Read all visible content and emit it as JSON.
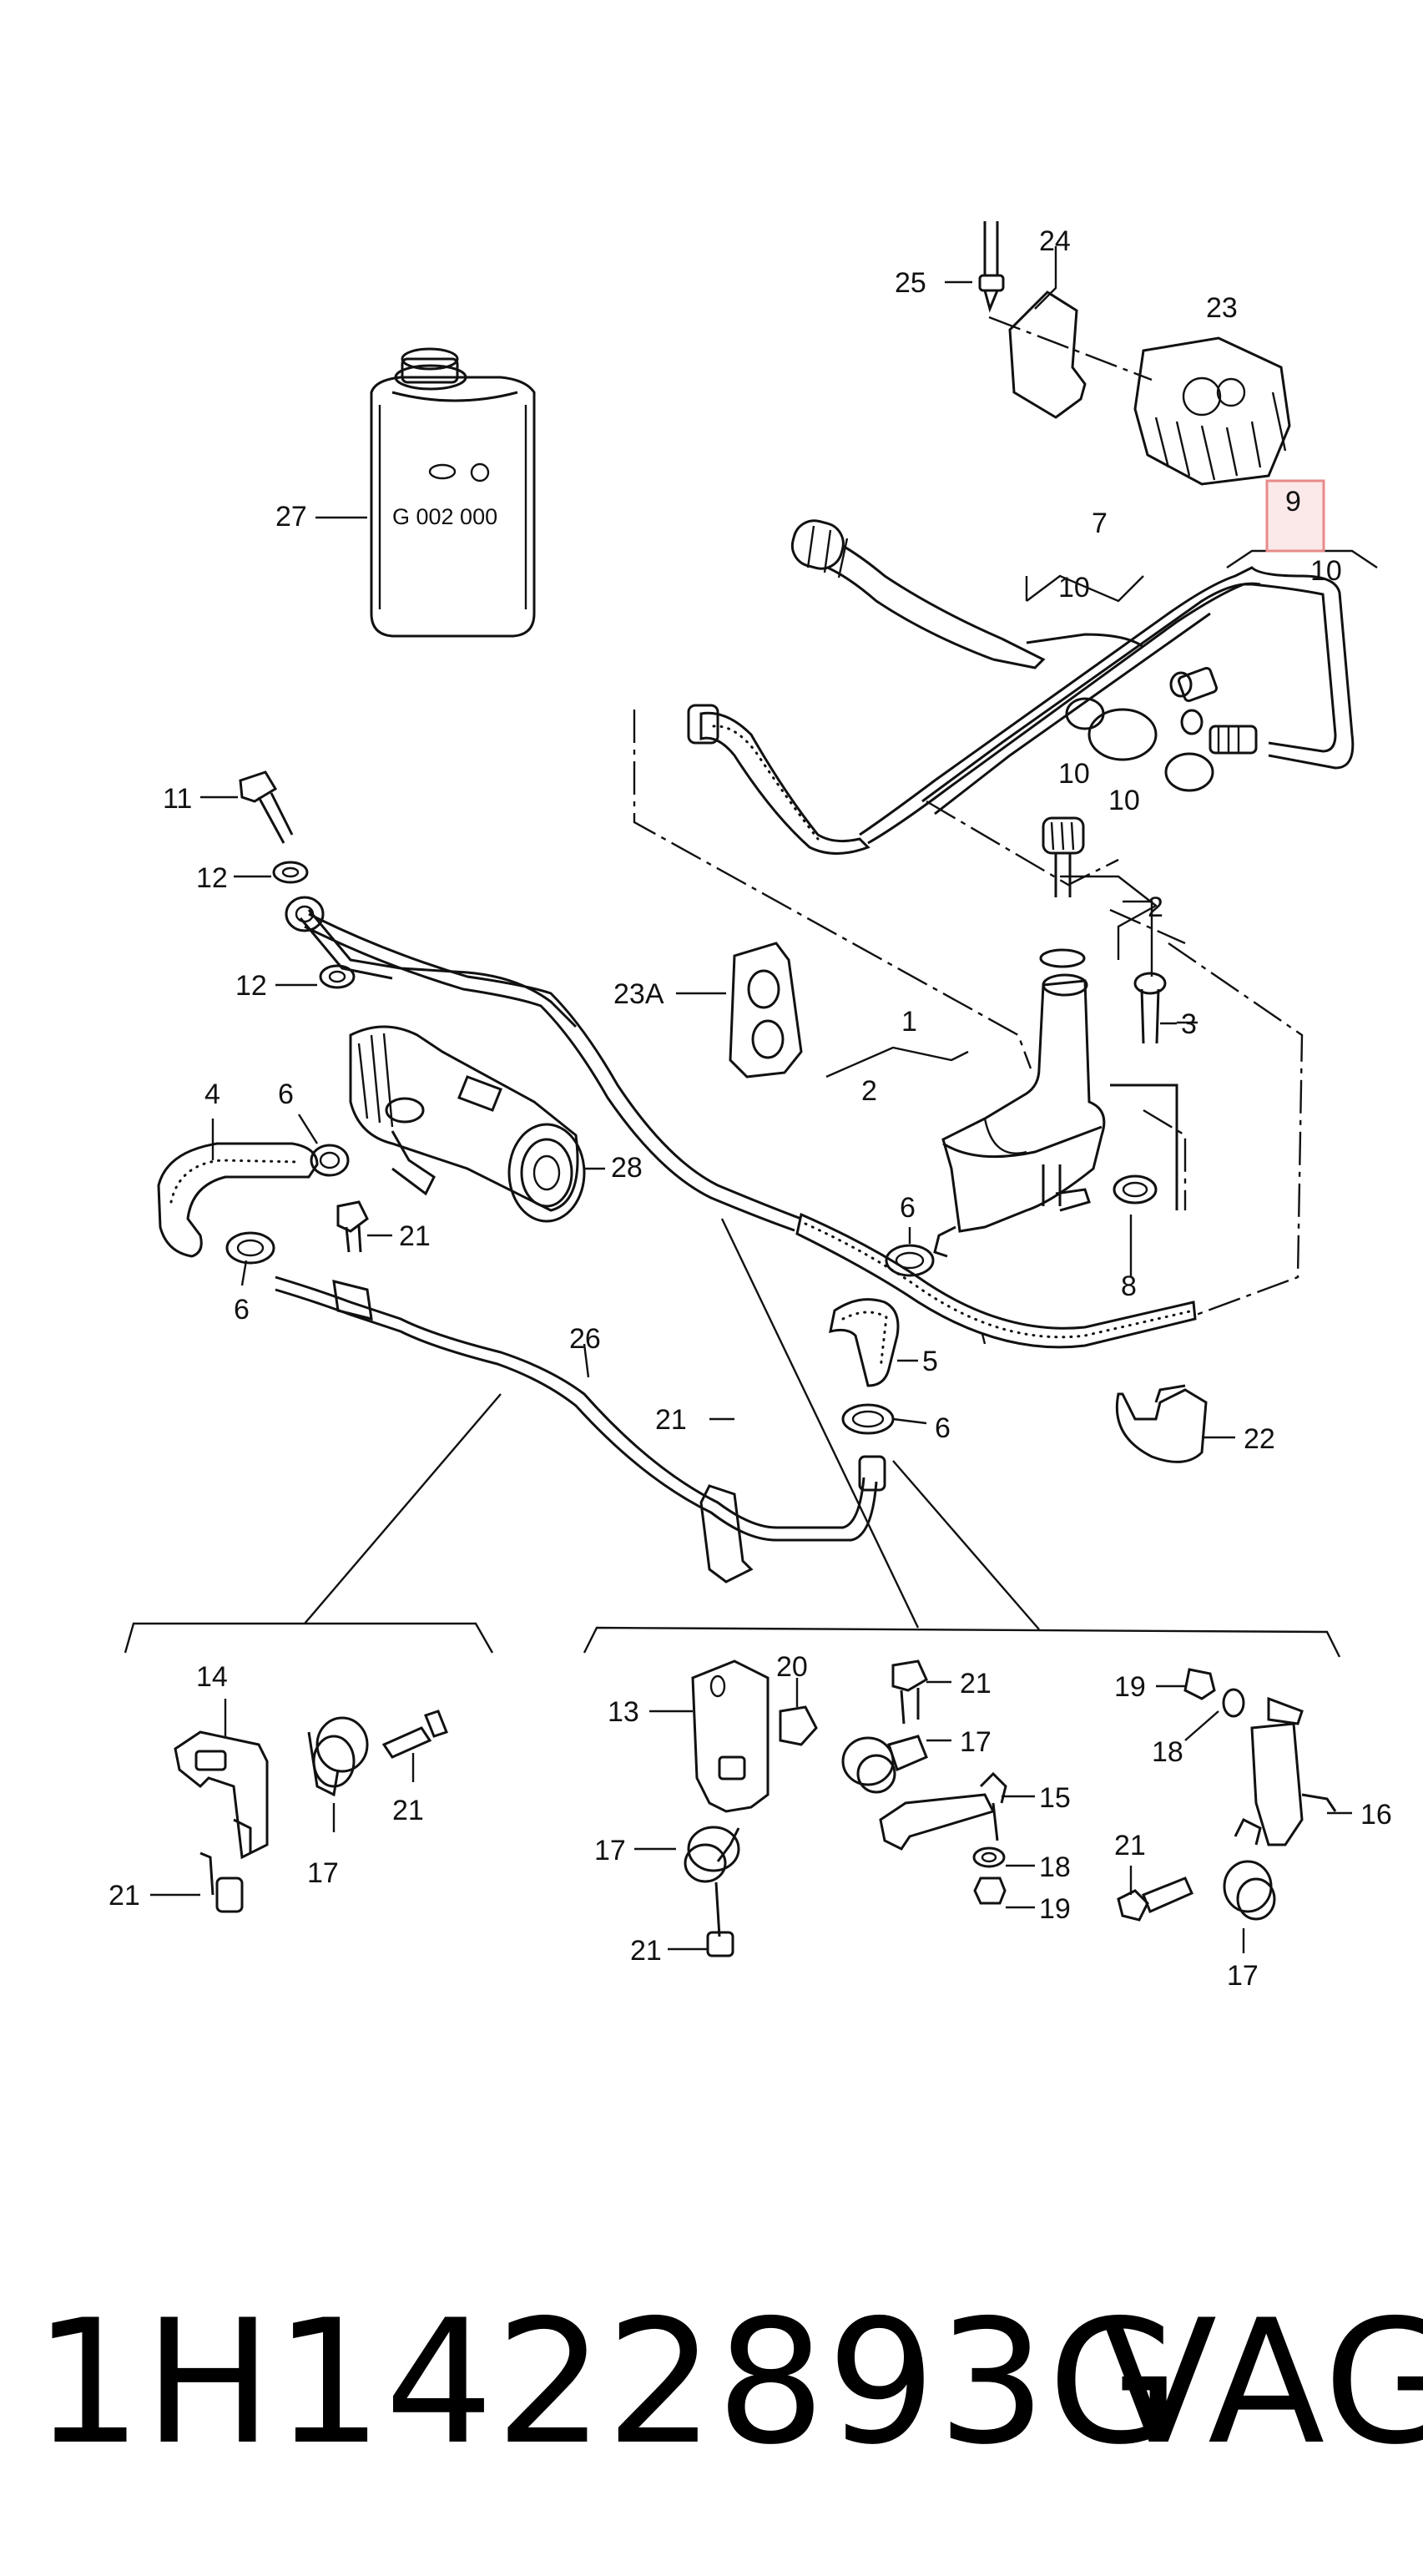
{
  "footer": {
    "part_number": "1H1422893G",
    "brand": "VAG"
  },
  "can_label": "G 002 000",
  "highlight_color": "#e88a8a",
  "callouts": {
    "c1": "1",
    "c2a": "2",
    "c2b": "2",
    "c3": "3",
    "c4": "4",
    "c5": "5",
    "c6a": "6",
    "c6b": "6",
    "c6c": "6",
    "c6d": "6",
    "c7": "7",
    "c8": "8",
    "c9": "9",
    "c10a": "10",
    "c10b": "10",
    "c10c": "10",
    "c10d": "10",
    "c11": "11",
    "c12a": "12",
    "c12b": "12",
    "c13": "13",
    "c14": "14",
    "c15": "15",
    "c16": "16",
    "c17a": "17",
    "c17b": "17",
    "c17c": "17",
    "c17d": "17",
    "c18a": "18",
    "c18b": "18",
    "c19a": "19",
    "c19b": "19",
    "c20": "20",
    "c21a": "21",
    "c21b": "21",
    "c21c": "21",
    "c21d": "21",
    "c21e": "21",
    "c21f": "21",
    "c21g": "21",
    "c22": "22",
    "c23": "23",
    "c23a": "23A",
    "c24": "24",
    "c25": "25",
    "c26": "26",
    "c27": "27",
    "c28": "28"
  }
}
